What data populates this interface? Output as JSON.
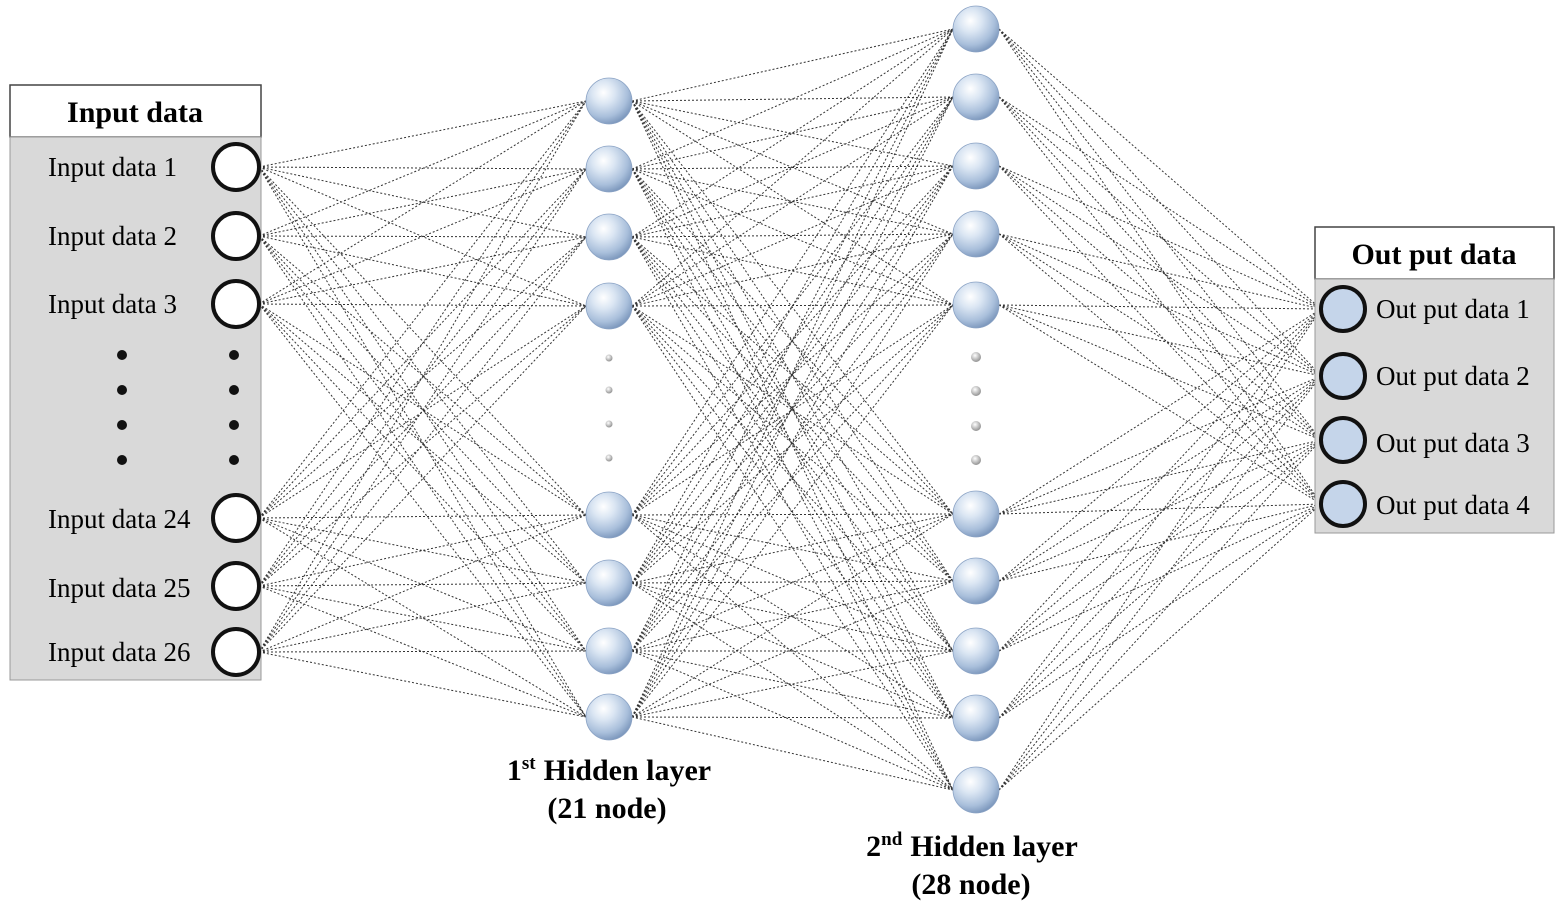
{
  "input_box": {
    "title": "Input data",
    "items": [
      "Input data 1",
      "Input data 2",
      "Input data 3",
      "Input data 24",
      "Input data 25",
      "Input data 26"
    ]
  },
  "output_box": {
    "title": "Out put data",
    "items": [
      "Out put data 1",
      "Out put data 2",
      "Out put data 3",
      "Out put data 4"
    ]
  },
  "hidden1": {
    "ordinal": "1",
    "suffix": "st",
    "name": "Hidden layer",
    "count": "(21 node)"
  },
  "hidden2": {
    "ordinal": "2",
    "suffix": "nd",
    "name": "Hidden layer",
    "count": "(28 node)"
  },
  "colors": {
    "box_fill": "#d9d9d9",
    "node_light": "#f2f7fd",
    "node_mid": "#b9cde4",
    "node_dark": "#6f8fb8",
    "output_node_fill": "#c5d5ea",
    "line": "#333333"
  }
}
